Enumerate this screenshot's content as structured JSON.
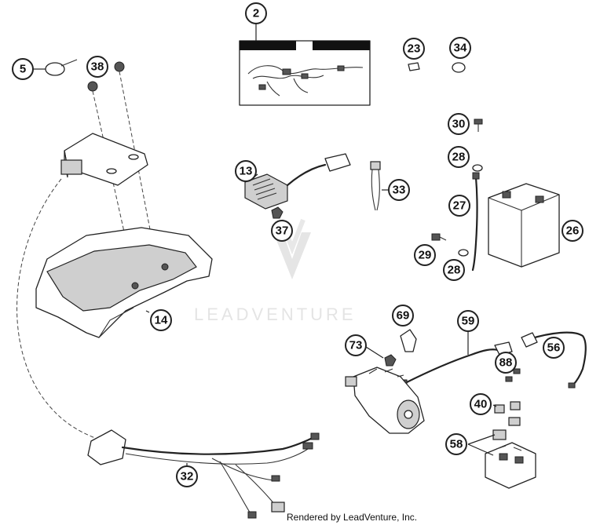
{
  "diagram": {
    "callouts": [
      {
        "id": "c2",
        "label": "2"
      },
      {
        "id": "c5",
        "label": "5"
      },
      {
        "id": "c38",
        "label": "38"
      },
      {
        "id": "c23",
        "label": "23"
      },
      {
        "id": "c34",
        "label": "34"
      },
      {
        "id": "c30",
        "label": "30"
      },
      {
        "id": "c28a",
        "label": "28"
      },
      {
        "id": "c13",
        "label": "13"
      },
      {
        "id": "c33",
        "label": "33"
      },
      {
        "id": "c27",
        "label": "27"
      },
      {
        "id": "c26",
        "label": "26"
      },
      {
        "id": "c37",
        "label": "37"
      },
      {
        "id": "c29",
        "label": "29"
      },
      {
        "id": "c28b",
        "label": "28"
      },
      {
        "id": "c14",
        "label": "14"
      },
      {
        "id": "c69",
        "label": "69"
      },
      {
        "id": "c59",
        "label": "59"
      },
      {
        "id": "c73",
        "label": "73"
      },
      {
        "id": "c56",
        "label": "56"
      },
      {
        "id": "c88",
        "label": "88"
      },
      {
        "id": "c40",
        "label": "40"
      },
      {
        "id": "c58",
        "label": "58"
      },
      {
        "id": "c32",
        "label": "32"
      }
    ]
  },
  "watermark": {
    "text": "LEADVENTURE"
  },
  "footer": {
    "text": "Rendered by LeadVenture, Inc."
  }
}
